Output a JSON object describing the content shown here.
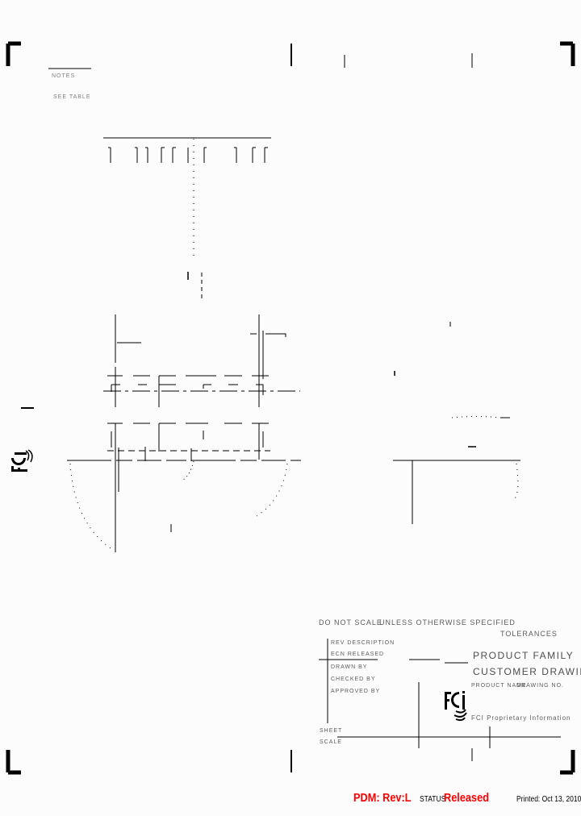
{
  "document": {
    "type": "engineering-drawing",
    "company_logo": "FCI",
    "title_block": {
      "header_row": [
        "DO NOT SCALE",
        "UNLESS OTHERWISE SPECIFIED",
        "TOLERANCES"
      ],
      "description_line_1": "PRODUCT FAMILY",
      "description_line_2": "CUSTOMER DRAWING",
      "revision_rows": [
        "REV  DESCRIPTION",
        "ECN  RELEASED",
        "DRAWN BY",
        "CHECKED BY",
        "APPROVED BY"
      ],
      "sheet_label": "SHEET",
      "scale_label": "SCALE",
      "product_name_label": "PRODUCT NAME",
      "drawing_number_label": "DRAWING NO.",
      "copyright_line": "FCI  Proprietary Information"
    },
    "left_margin_logo": "FCI",
    "notes_top_left": [
      "NOTES",
      "SEE TABLE"
    ]
  },
  "footer": {
    "pdm_label": "PDM: Rev:L",
    "status_label": "STATUS",
    "status_value": "Released",
    "printed": "Printed: Oct 13, 2010"
  },
  "colors": {
    "footer_accent": "#ff0000",
    "line": "#000000",
    "background": "#fdfcfd"
  }
}
